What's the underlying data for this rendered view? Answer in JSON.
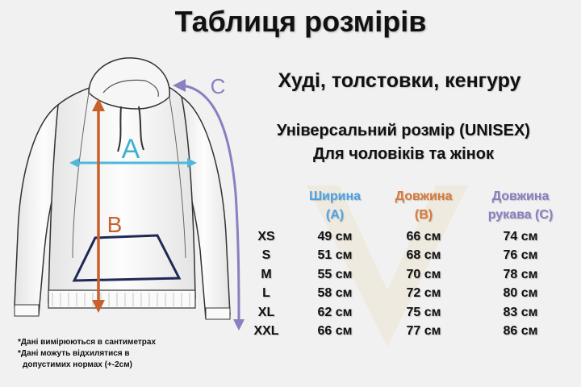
{
  "title": "Таблиця розмірів",
  "subtitle": "Худі, толстовки, кенгуру",
  "unisex_line1": "Універсальний розмір (UNISEX)",
  "unisex_line2": "Для чоловіків та жінок",
  "diagram": {
    "label_a": "A",
    "label_b": "B",
    "label_c": "C"
  },
  "colors": {
    "width": "#4fb8d8",
    "length": "#c7602a",
    "sleeve": "#8a7fc0"
  },
  "table": {
    "headers": [
      {
        "line1": "",
        "line2": ""
      },
      {
        "line1": "Ширина",
        "line2": "(А)"
      },
      {
        "line1": "Довжина",
        "line2": "(В)"
      },
      {
        "line1": "Довжина",
        "line2": "рукава (С)"
      }
    ],
    "rows": [
      {
        "size": "XS",
        "width": "49 см",
        "length": "66 см",
        "sleeve": "74 см"
      },
      {
        "size": "S",
        "width": "51 см",
        "length": "68 см",
        "sleeve": "76 см"
      },
      {
        "size": "M",
        "width": "55 см",
        "length": "70 см",
        "sleeve": "78 см"
      },
      {
        "size": "L",
        "width": "58 см",
        "length": "72 см",
        "sleeve": "80 см"
      },
      {
        "size": "XL",
        "width": "62 см",
        "length": "75 см",
        "sleeve": "83 см"
      },
      {
        "size": "XXL",
        "width": "66 см",
        "length": "77 см",
        "sleeve": "86 см"
      }
    ]
  },
  "notes": {
    "line1": "*Дані вимірюються в сантиметрах",
    "line2": "*Дані можуть відхилятися в",
    "line3": "допустимих нормах (+-2см)"
  }
}
